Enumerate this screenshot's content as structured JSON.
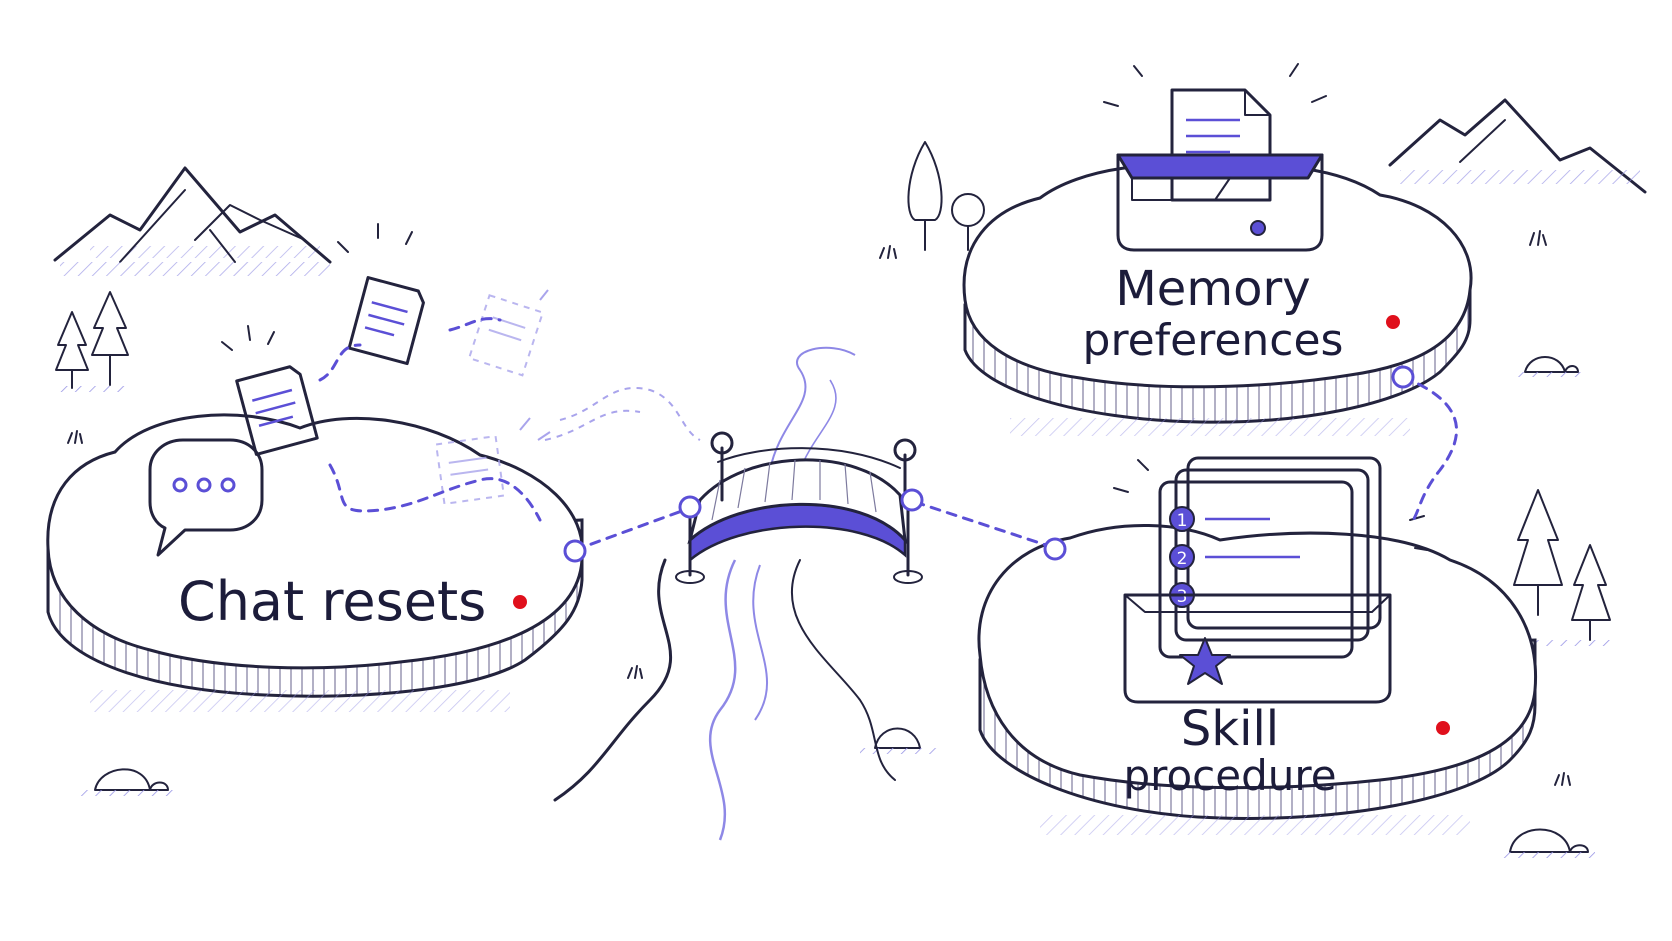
{
  "islands": {
    "chat": {
      "label": "Chat resets"
    },
    "memory": {
      "line1": "Memory",
      "line2": "preferences"
    },
    "skill": {
      "line1": "Skill",
      "line2": "procedure"
    }
  },
  "skill_steps": [
    "1",
    "2",
    "3"
  ],
  "icons": {
    "chat_island": "speech-bubble-icon",
    "memory_island": "file-tray-icon",
    "skill_island": "card-box-icon",
    "connector": "bridge-icon"
  },
  "colors": {
    "ink": "#23233d",
    "accent": "#5b4fd6",
    "hatch": "#9a97e6",
    "marker": "#e0101c"
  }
}
